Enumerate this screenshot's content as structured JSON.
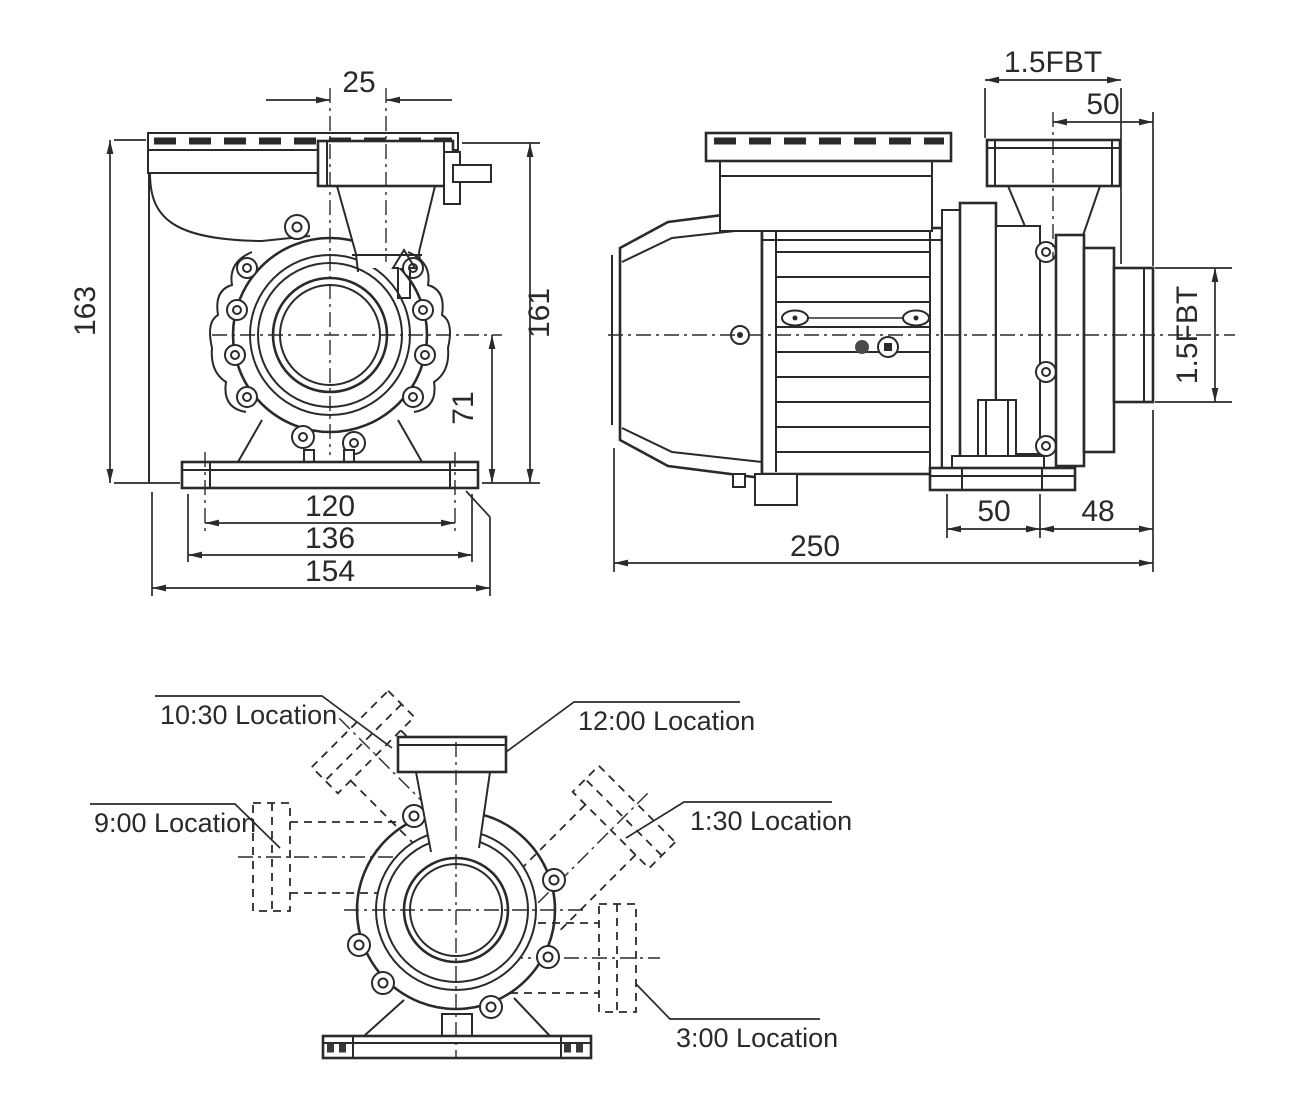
{
  "views": {
    "front": {
      "dims": {
        "port_offset": "25",
        "height_left": "163",
        "height_right": "161",
        "center_height": "71",
        "slot_span": "120",
        "base_inner": "136",
        "base_width": "154"
      }
    },
    "side": {
      "dims": {
        "discharge_size": "1.5FBT",
        "discharge_offset": "50",
        "suction_size": "1.5FBT",
        "foot_span": "50",
        "foot_to_face": "48",
        "overall_length": "250"
      }
    },
    "orientation": {
      "labels": {
        "loc_1030": "10:30 Location",
        "loc_1200": "12:00 Location",
        "loc_0900": "9:00 Location",
        "loc_0130": "1:30 Location",
        "loc_0300": "3:00 Location"
      }
    }
  },
  "colors": {
    "ink": "#2a2a2a",
    "paper": "#ffffff"
  }
}
